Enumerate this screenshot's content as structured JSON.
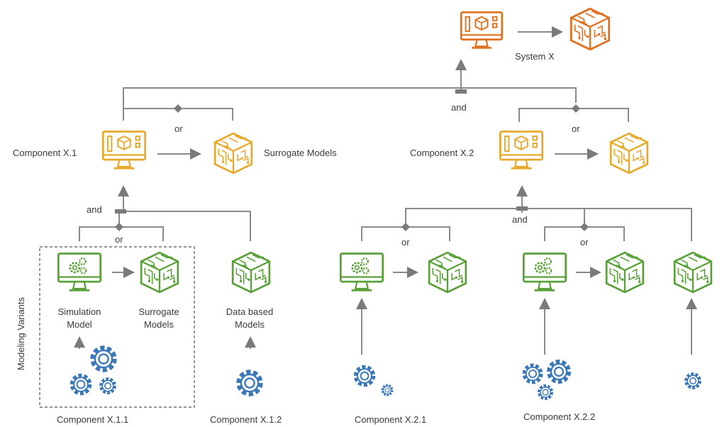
{
  "colors": {
    "system": "#e0701e",
    "component": "#e6a92a",
    "leaf": "#5aa038",
    "gear": "#3b78b8",
    "line": "#8a8a8a",
    "text": "#3a3a3a"
  },
  "icons": {
    "monitor": "monitor-with-cube-icon",
    "surrogate": "circuit-cube-icon",
    "gears": "gears-icon"
  },
  "labels": {
    "system": "System X",
    "component_x1": "Component X.1",
    "component_x2": "Component X.2",
    "surrogate_models_top": "Surrogate Models",
    "simulation_model": "Simulation\nModel",
    "surrogate_models_box": "Surrogate\nModels",
    "data_based_models": "Data based\nModels",
    "modeling_variants": "Modeling Variants",
    "component_x11": "Component X.1.1",
    "component_x12": "Component X.1.2",
    "component_x21": "Component X.2.1",
    "component_x22": "Component X.2.2",
    "and": "and",
    "or": "or"
  }
}
